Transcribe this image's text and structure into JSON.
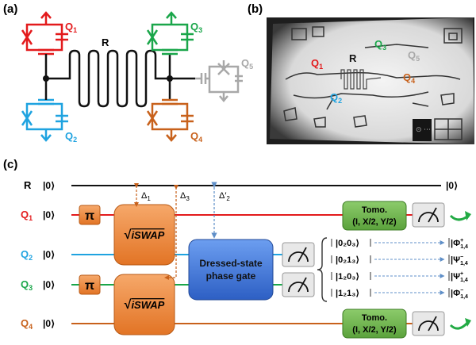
{
  "panels": {
    "a": "(a)",
    "b": "(b)",
    "c": "(c)"
  },
  "qubits": [
    {
      "id": "q1",
      "label": "Q",
      "sub": "1",
      "color": "#e31a1c"
    },
    {
      "id": "q2",
      "label": "Q",
      "sub": "2",
      "color": "#1fa3e0"
    },
    {
      "id": "q3",
      "label": "Q",
      "sub": "3",
      "color": "#1aa64a"
    },
    {
      "id": "q4",
      "label": "Q",
      "sub": "4",
      "color": "#c8611b"
    },
    {
      "id": "q5",
      "label": "Q",
      "sub": "5",
      "color": "#a8a8a8"
    }
  ],
  "resonator_label": "R",
  "circuit": {
    "ket0": "|0⟩",
    "out_ket0": "|0⟩",
    "pi_label": "π",
    "iswap_sqrt": "√",
    "iswap_label": "iSWAP",
    "dressed_line1": "Dressed-state",
    "dressed_line2": "phase gate",
    "tomo_line1": "Tomo.",
    "tomo_line2": "(I, X/2, Y/2)",
    "delta1": "Δ",
    "delta1_sub": "1",
    "delta3": "Δ",
    "delta3_sub": "3",
    "delta2": "Δ′",
    "delta2_sub": "2",
    "states": [
      "|0₂0₃⟩",
      "|0₂1₃⟩",
      "|1₂0₃⟩",
      "|1₂1₃⟩"
    ],
    "bell_states": [
      {
        "sym": "|Φ",
        "sup": "+",
        "sub": "1,4"
      },
      {
        "sym": "|Ψ",
        "sup": "−",
        "sub": "1,4"
      },
      {
        "sym": "|Ψ",
        "sup": "+",
        "sub": "1,4"
      },
      {
        "sym": "|Φ",
        "sup": "−",
        "sub": "1,4"
      }
    ]
  }
}
